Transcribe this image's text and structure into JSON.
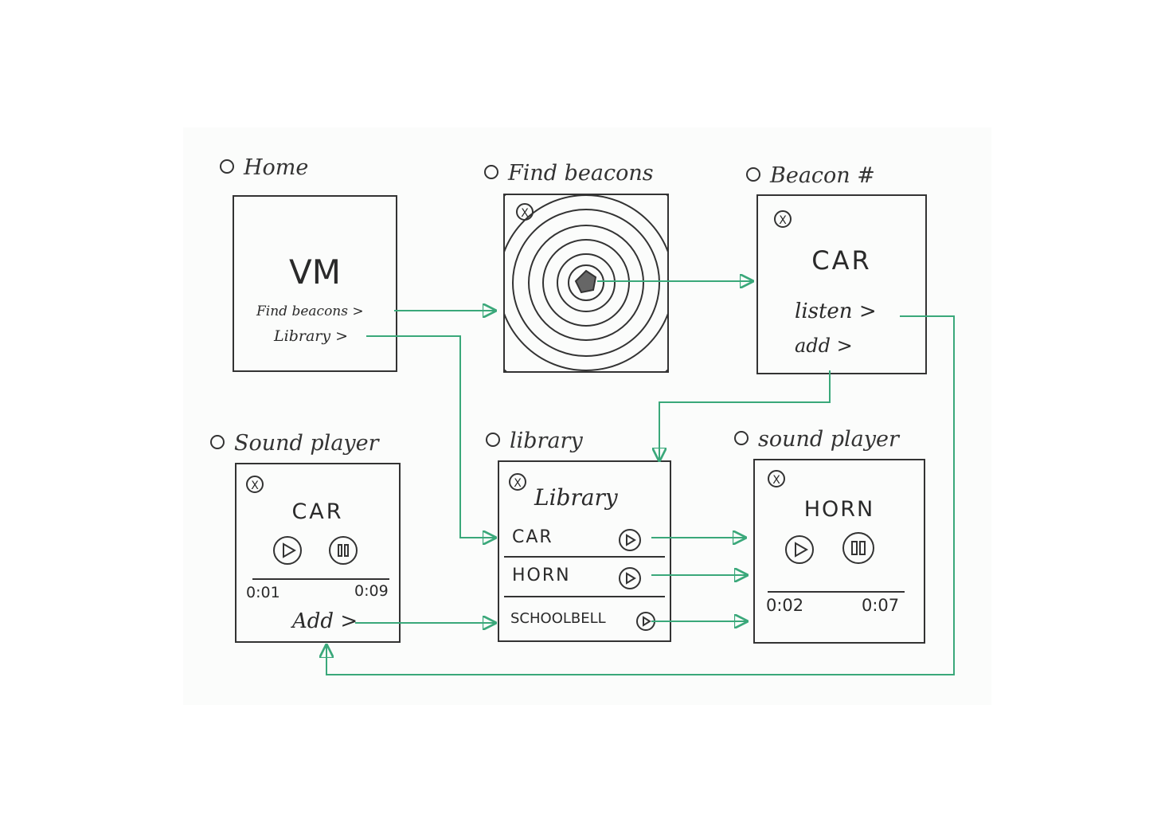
{
  "screens": {
    "home": {
      "title": "Home",
      "logo": "VM",
      "link_find": "Find beacons >",
      "link_library": "Library >"
    },
    "find": {
      "title": "Find beacons",
      "close": "X"
    },
    "beacon": {
      "title": "Beacon #",
      "close": "X",
      "name": "CAR",
      "link_listen": "listen >",
      "link_add": "add >"
    },
    "player_left": {
      "title": "Sound player",
      "close": "X",
      "name": "CAR",
      "time_start": "0:01",
      "time_end": "0:09",
      "link_add": "Add >",
      "play_icon": "play-icon",
      "pause_icon": "pause-icon"
    },
    "library": {
      "title": "library",
      "close": "X",
      "heading": "Library",
      "items": [
        {
          "label": "CAR"
        },
        {
          "label": "HORN"
        },
        {
          "label": "SCHOOLBELL"
        }
      ]
    },
    "player_right": {
      "title": "sound player",
      "close": "X",
      "name": "HORN",
      "time_start": "0:02",
      "time_end": "0:07",
      "play_icon": "play-icon",
      "pause_icon": "pause-icon"
    }
  },
  "colors": {
    "ink": "#333333",
    "arrow": "#3aa87a"
  }
}
